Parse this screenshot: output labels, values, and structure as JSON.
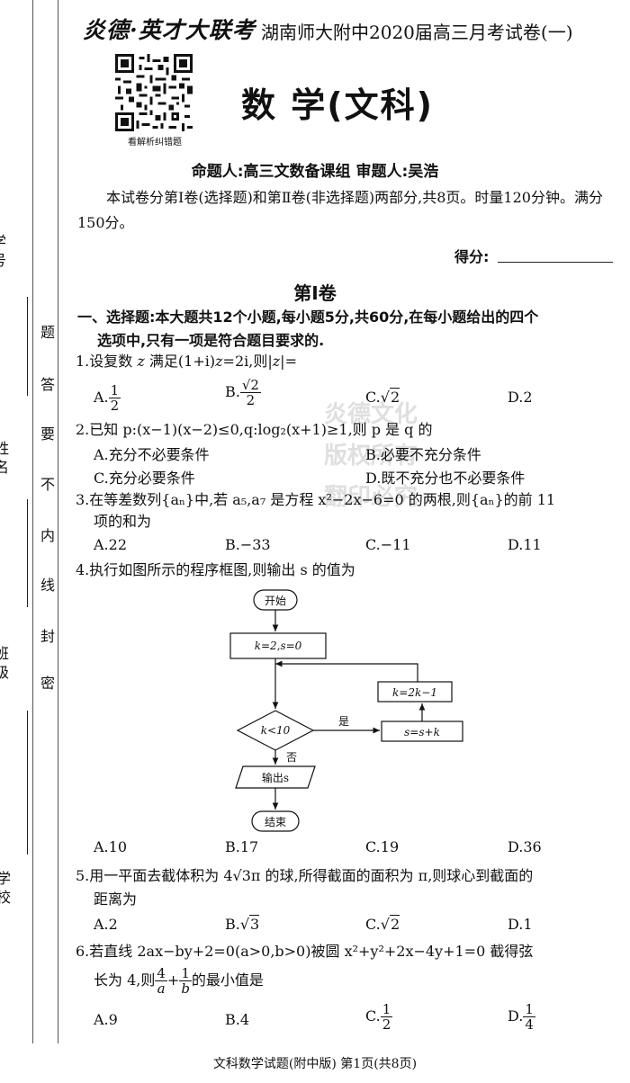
{
  "margin": {
    "seal_chars": [
      "密",
      "封",
      "线",
      "内",
      "不",
      "要",
      "答",
      "题"
    ],
    "fields": [
      "学 号",
      "姓 名",
      "班 级",
      "学 校"
    ]
  },
  "header": {
    "brand": "炎德·英才大联考",
    "subtitle": "湖南师大附中2020届高三月考试卷(一)",
    "qr_caption": "看解析纠错题",
    "subject": "数  学(文科)",
    "authors": "命题人:高三文数备课组   审题人:吴浩",
    "intro": "本试卷分第Ⅰ卷(选择题)和第Ⅱ卷(非选择题)两部分,共8页。时量120分钟。满分150分。",
    "score_label": "得分:"
  },
  "part1": {
    "title": "第Ⅰ卷",
    "section_line1": "一、选择题:本大题共12个小题,每小题5分,共60分,在每小题给出的四个",
    "section_line2": "选项中,只有一项是符合题目要求的."
  },
  "watermark": [
    "炎德文化",
    "版权所有",
    "翻印必究"
  ],
  "questions": {
    "q1": {
      "text_a": "1.设复数",
      "text_b": "满足(1+i)",
      "text_c": "=2i,则|",
      "text_d": "|=",
      "a_label": "A.",
      "b_label": "B.",
      "c_label": "C.",
      "d_label": "D.",
      "a_num": "1",
      "a_den": "2",
      "b_num": "√2",
      "b_den": "2",
      "c_val": "2",
      "d_val": "2"
    },
    "q2": {
      "line1": "2.已知 p:(x−1)(x−2)≤0,q:log₂(x+1)≥1,则 p 是 q 的",
      "a": "A.充分不必要条件",
      "b": "B.必要不充分条件",
      "c": "C.充分必要条件",
      "d": "D.既不充分也不必要条件"
    },
    "q3": {
      "line1": "3.在等差数列{aₙ}中,若 a₅,a₇ 是方程 x²−2x−6=0 的两根,则{aₙ}的前 11",
      "line2": "项的和为",
      "a": "A.22",
      "b": "B.−33",
      "c": "C.−11",
      "d": "D.11"
    },
    "q4": {
      "line1": "4.执行如图所示的程序框图,则输出 s 的值为",
      "a": "A.10",
      "b": "B.17",
      "c": "C.19",
      "d": "D.36"
    },
    "q5": {
      "line1": "5.用一平面去截体积为 4√3π 的球,所得截面的面积为 π,则球心到截面的",
      "line2": "距离为",
      "a": "A.2",
      "b_label": "B.",
      "b_val": "3",
      "c_label": "C.",
      "c_val": "2",
      "d": "D.1"
    },
    "q6": {
      "line1": "6.若直线 2ax−by+2=0(a>0,b>0)被圆 x²+y²+2x−4y+1=0 截得弦",
      "line2_a": "长为 4,则",
      "f1_num": "4",
      "f1_den": "a",
      "plus": "+",
      "f2_num": "1",
      "f2_den": "b",
      "line2_b": "的最小值是",
      "a": "A.9",
      "b": "B.4",
      "c_label": "C.",
      "c_num": "1",
      "c_den": "2",
      "d_label": "D.",
      "d_num": "1",
      "d_den": "4"
    }
  },
  "flowchart": {
    "start": "开始",
    "init": "k=2,s=0",
    "cond": "k<10",
    "yes": "是",
    "no": "否",
    "update_s": "s=s+k",
    "update_k": "k=2k−1",
    "output": "输出s",
    "end": "结束"
  },
  "footer": "文科数学试题(附中版)  第1页(共8页)"
}
